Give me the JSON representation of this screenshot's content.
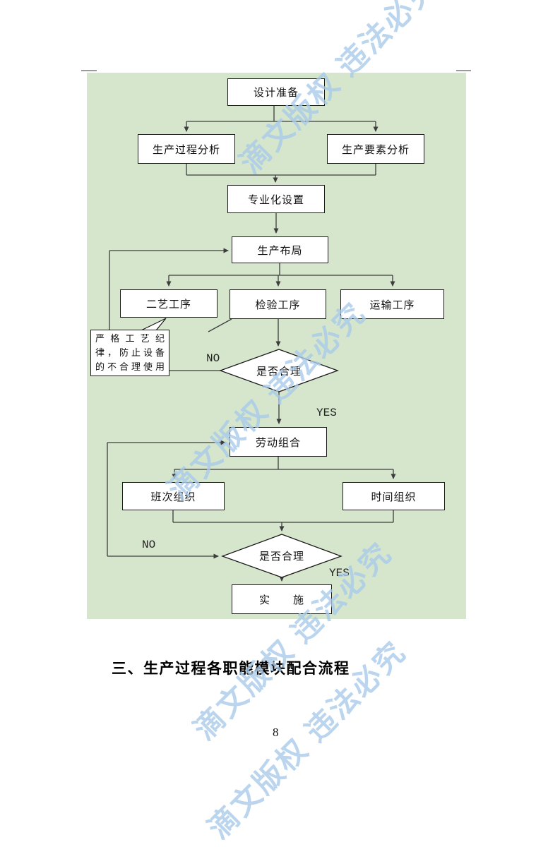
{
  "page": {
    "number": "8"
  },
  "heading": {
    "text": "三、生产过程各职能模块配合流程"
  },
  "watermark": {
    "text": "滴文版权 违法必究",
    "color": "#aacbe9"
  },
  "colors": {
    "panel_green": "#d6e6cc",
    "line": "#3d3d3d",
    "box_fill": "#ffffff",
    "box_border": "#1a1a1a"
  },
  "flowchart": {
    "nodes": {
      "design_prep": "设计准备",
      "process_analysis": "生产过程分析",
      "factor_analysis": "生产要素分析",
      "specialization": "专业化设置",
      "layout": "生产布局",
      "craft_process": "二艺工序",
      "inspection": "检验工序",
      "transport": "运输工序",
      "decision1": "是否合理",
      "labor": "劳动组合",
      "shift_org": "班次组织",
      "time_org": "时间组织",
      "decision2": "是否合理",
      "implement": "实　　施"
    },
    "callout": {
      "text": "严格工艺纪律，防止设备的不合理使用",
      "lines": [
        "严格工艺纪",
        "律，防止设备",
        "的不合理使用"
      ]
    },
    "labels": {
      "no1": "NO",
      "yes1": "YES",
      "no2": "NO",
      "yes2": "YES"
    }
  }
}
